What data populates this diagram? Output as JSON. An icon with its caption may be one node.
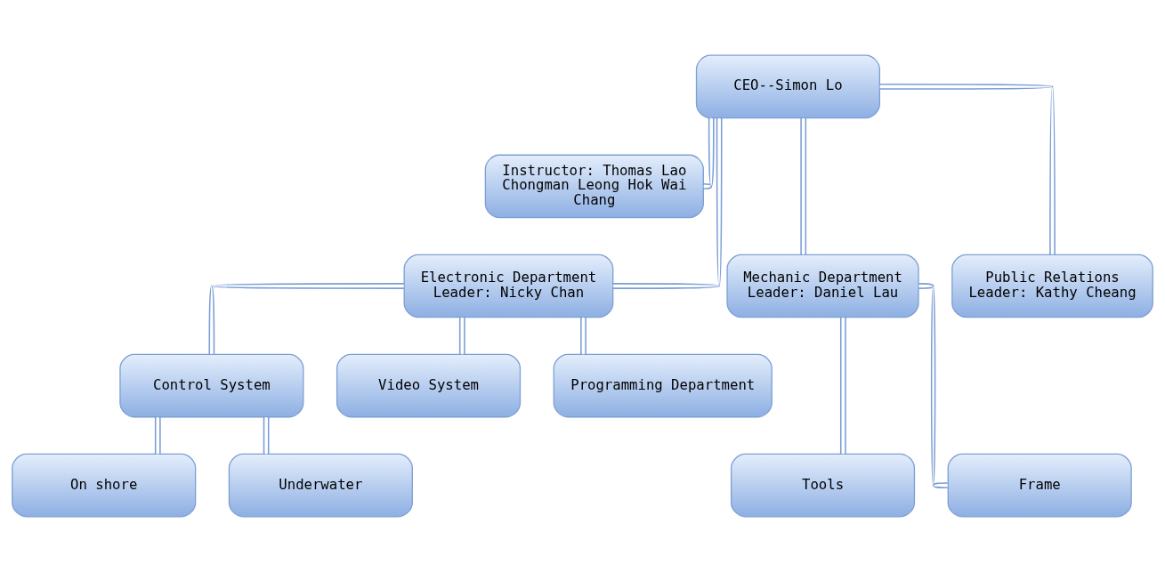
{
  "diagram": {
    "nodes": [
      {
        "text": [
          "CEO--Simon Lo"
        ]
      },
      {
        "text": [
          "Instructor: Thomas Lao Chongman Leong Hok Wai Chang"
        ]
      },
      {
        "text": [
          "Electronic Department Leader: Nicky Chan"
        ]
      },
      {
        "text": [
          "Mechanic Department Leader: Daniel Lau"
        ]
      },
      {
        "text": [
          "Public Relations Leader: Kathy Cheang"
        ]
      },
      {
        "text": [
          "Control System"
        ]
      },
      {
        "text": [
          "Video System"
        ]
      },
      {
        "text": [
          "Programming Department"
        ]
      },
      {
        "text": [
          "On shore"
        ]
      },
      {
        "text": [
          "Underwater"
        ]
      },
      {
        "text": [
          "Tools"
        ]
      },
      {
        "text": [
          "Frame"
        ]
      }
    ],
    "edges": [
      {
        "from": 0,
        "to": 1,
        "arrow": "none"
      },
      {
        "from": 0,
        "to": 2,
        "arrow": "none"
      },
      {
        "from": 0,
        "to": 3,
        "arrow": "none"
      },
      {
        "from": 0,
        "to": 4,
        "arrow": "none"
      },
      {
        "from": 2,
        "to": 5,
        "arrow": "none"
      },
      {
        "from": 2,
        "to": 6,
        "arrow": "none"
      },
      {
        "from": 2,
        "to": 7,
        "arrow": "none"
      },
      {
        "from": 5,
        "to": 8,
        "arrow": "none"
      },
      {
        "from": 5,
        "to": 9,
        "arrow": "none"
      },
      {
        "from": 3,
        "to": 10,
        "arrow": "none"
      },
      {
        "from": 3,
        "to": 11,
        "arrow": "none"
      }
    ]
  }
}
